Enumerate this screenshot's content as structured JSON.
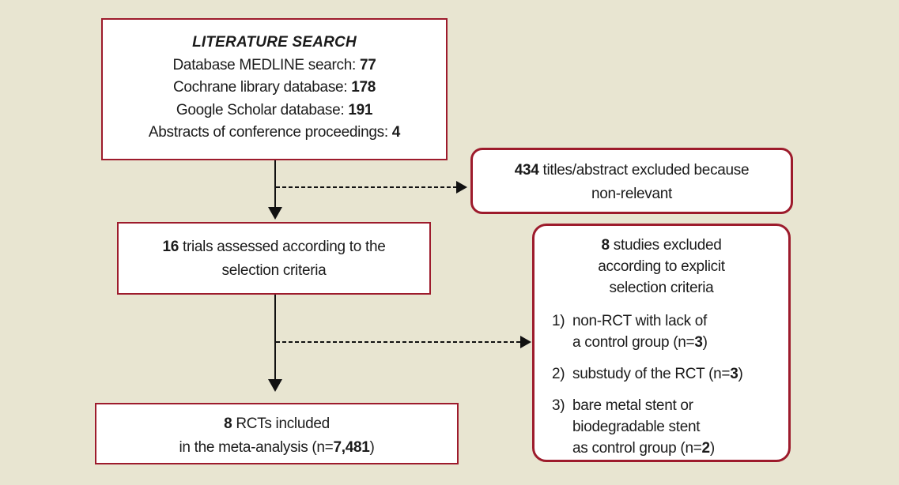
{
  "palette": {
    "background": "#e8e5d1",
    "box_border": "#9d1b2c",
    "box_fill": "#ffffff",
    "text": "#1b1b1b",
    "arrow": "#111111"
  },
  "boxes": {
    "literature_search": {
      "title": "LITERATURE SEARCH",
      "lines": [
        [
          {
            "t": "Database MEDLINE search: "
          },
          {
            "t": "77",
            "b": true
          }
        ],
        [
          {
            "t": "Cochrane library database: "
          },
          {
            "t": "178",
            "b": true
          }
        ],
        [
          {
            "t": "Google Scholar database: "
          },
          {
            "t": "191",
            "b": true
          }
        ],
        [
          {
            "t": "Abstracts of conference proceedings: "
          },
          {
            "t": "4",
            "b": true
          }
        ]
      ]
    },
    "titles_excluded": {
      "lines": [
        [
          {
            "t": "434",
            "b": true
          },
          {
            "t": " titles/abstract excluded because"
          }
        ],
        [
          {
            "t": "non-relevant"
          }
        ]
      ]
    },
    "trials_assessed": {
      "lines": [
        [
          {
            "t": "16",
            "b": true
          },
          {
            "t": " trials assessed according to the"
          }
        ],
        [
          {
            "t": "selection criteria"
          }
        ]
      ]
    },
    "studies_excluded": {
      "header_lines": [
        [
          {
            "t": "8",
            "b": true
          },
          {
            "t": " studies excluded"
          }
        ],
        [
          {
            "t": "according to explicit"
          }
        ],
        [
          {
            "t": "selection criteria"
          }
        ]
      ],
      "items": [
        {
          "marker": "1)",
          "lines": [
            [
              {
                "t": "non-RCT with lack of"
              }
            ],
            [
              {
                "t": "a control group (n="
              },
              {
                "t": "3",
                "b": true
              },
              {
                "t": ")"
              }
            ]
          ]
        },
        {
          "marker": "2)",
          "lines": [
            [
              {
                "t": "substudy of the RCT (n="
              },
              {
                "t": "3",
                "b": true
              },
              {
                "t": ")"
              }
            ]
          ]
        },
        {
          "marker": "3)",
          "lines": [
            [
              {
                "t": "bare metal stent or"
              }
            ],
            [
              {
                "t": "biodegradable stent"
              }
            ],
            [
              {
                "t": "as control group (n="
              },
              {
                "t": "2",
                "b": true
              },
              {
                "t": ")"
              }
            ]
          ]
        }
      ]
    },
    "rcts_included": {
      "lines": [
        [
          {
            "t": "8",
            "b": true
          },
          {
            "t": " RCTs included"
          }
        ],
        [
          {
            "t": "in the meta-analysis (n="
          },
          {
            "t": "7,481",
            "b": true
          },
          {
            "t": ")"
          }
        ]
      ]
    }
  }
}
